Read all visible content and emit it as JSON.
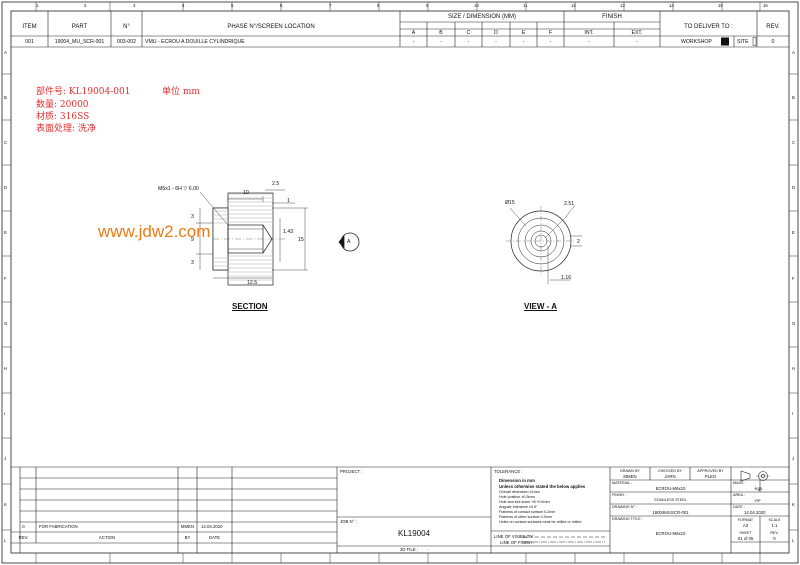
{
  "column_indices": [
    "1",
    "2",
    "3",
    "4",
    "5",
    "6",
    "7",
    "8",
    "9",
    "10",
    "11",
    "12",
    "13",
    "14",
    "15",
    "16"
  ],
  "row_letters": [
    "A",
    "B",
    "C",
    "D",
    "E",
    "F",
    "G",
    "H",
    "I",
    "J",
    "K",
    "L"
  ],
  "header": {
    "item_label": "ITEM",
    "part_label": "PART",
    "n_label": "N°",
    "phase_label": "PHASE N°/SCREEN LOCATION",
    "size_label": "SIZE / DIMENSION (MM)",
    "finish_label": "FINISH",
    "deliver_label": "TO DELIVER TO :",
    "rev_label": "REV.",
    "dim_cols": [
      "A",
      "B",
      "C",
      "D",
      "E",
      "F"
    ],
    "finish_cols": [
      "INT.",
      "EXT."
    ],
    "item": "001",
    "part": "19004_MU_SCR-001",
    "n": "003-002",
    "phase": "VMU - ECROU A DOUILLE CYLINDRIQUE",
    "dim_values": [
      "-",
      "-",
      "-",
      "-",
      "-",
      "-"
    ],
    "finish_values": [
      "-",
      "-"
    ],
    "workshop_label": "WORKSHOP",
    "site_label": "SITE",
    "rev": "0"
  },
  "notes": {
    "part_no": "部件号:  KL19004-001",
    "unit": "单位 mm",
    "qty": "数量: 20000",
    "material": "材质: 316SS",
    "surface": "表面处理: 洗净"
  },
  "watermark": "www.jdw2.com",
  "section": {
    "title": "SECTION",
    "thread_callout": "M6x1 - 6H ▽ 6.00",
    "dims": [
      "10",
      "2.5",
      "1",
      "3",
      "9",
      "3",
      "1.43",
      "15",
      "12.5"
    ]
  },
  "view": {
    "title": "VIEW - A",
    "marker": "A",
    "dims": [
      "Ø15",
      "2.51",
      "2",
      "1.16"
    ]
  },
  "title_block": {
    "revision_row": {
      "rev": "0",
      "action": "FOR FABRICATION",
      "by": "MMEN",
      "date": "14.04.2020"
    },
    "rev_header": {
      "rev": "REV.",
      "action": "ACTION",
      "by": "BY",
      "date": "DATE"
    },
    "project_label": "PROJECT :",
    "job_label": "JOB N° :",
    "job": "KL19004",
    "tolerance_label": "TOLERANCE :",
    "tolerance_lines": [
      "Dimension in mm",
      "Unless otherwise stated the below applies",
      "Overall dimension ±1mm",
      "Hole position ±0.5mm",
      "Hole and slot sizes +0/+0.5mm",
      "Angular tolerance ±0.5°",
      "Flatness of contact surface 0.2mm",
      "Flatness of other surface 0.5mm",
      "Holes on contact surfaces must be drilled or milled"
    ],
    "visibility_label": "LINE OF VISIBILITY :",
    "finish_line_label": "LINE OF FINISH :",
    "file_label": "3D FILE :",
    "file_value": "-",
    "drawn_by_label": "DRAWN BY",
    "drawn_by": "MMEN",
    "checked_by_label": "CHECKED BY",
    "checked_by": "JARN",
    "approved_by_label": "APPROVED BY",
    "approved_by": "PLEO",
    "material_label": "MATERIAL :",
    "material": "ECROU-M6x10",
    "finish_label": "FINISH :",
    "finish": "STAINLESS STEEL",
    "drawing_no_label": "DRAWING N° :",
    "drawing_no": "19004MUSCR-001",
    "drawing_title_label": "DRAWING TITLE :",
    "drawing_title": "ECROU-M6x10",
    "mass_label": "MASS :",
    "mass": "-kgs.",
    "area_label": "AREA :",
    "area": "-m²",
    "date_label": "DATE :",
    "date": "14.04.2020",
    "format_label": "FORMAT",
    "format": "A3",
    "scale_label": "SCALE",
    "scale": "1:1",
    "sheet_label": "SHEET",
    "sheet": "01 of 05",
    "rev_label": "REV.",
    "rev": "0"
  }
}
